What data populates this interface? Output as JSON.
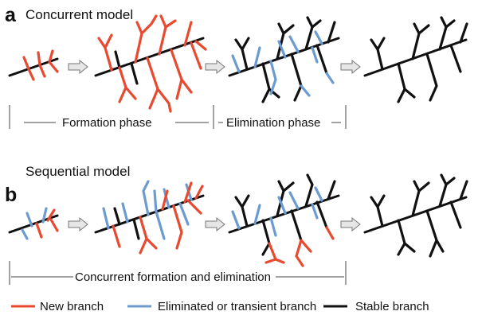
{
  "panels": [
    {
      "letter": "a",
      "title": "Concurrent model",
      "phases": [
        "Formation phase",
        "Elimination phase"
      ]
    },
    {
      "letter": "b",
      "title": "Sequential model",
      "phases": [
        "Concurrent formation and elimination"
      ]
    }
  ],
  "legend": [
    {
      "label": "New branch",
      "color": "#e8492f"
    },
    {
      "label": "Eliminated or transient branch",
      "color": "#6b9bd2"
    },
    {
      "label": "Stable branch",
      "color": "#111111"
    }
  ]
}
